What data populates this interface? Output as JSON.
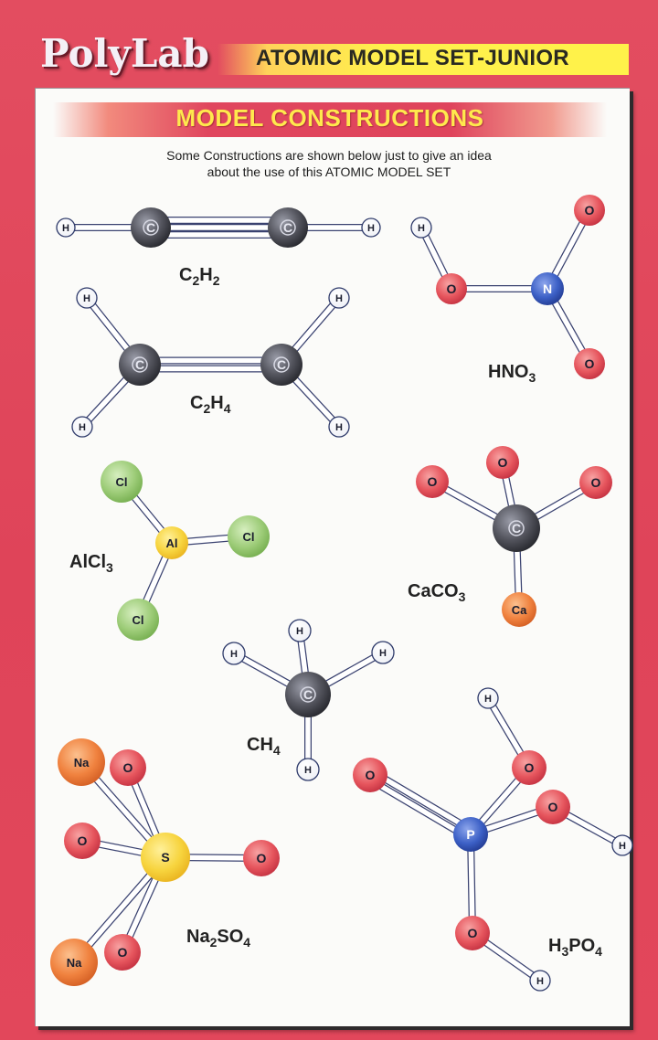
{
  "header": {
    "brand": "PolyLab",
    "product_title": "ATOMIC MODEL SET-JUNIOR"
  },
  "section": {
    "title": "MODEL CONSTRUCTIONS",
    "intro_line1": "Some Constructions are shown below just to give an idea",
    "intro_line2": "about the use of this ATOMIC MODEL SET"
  },
  "colors": {
    "background_red": "#e14a5e",
    "title_yellow": "#ffe94d",
    "carbon": "#4a4b55",
    "hydrogen": "#ffffff",
    "oxygen": "#e8525a",
    "nitrogen": "#3b5fc4",
    "phosphorus": "#3b5fc4",
    "chlorine": "#8fc86a",
    "aluminium": "#f6cf3a",
    "sulfur": "#f6d33a",
    "calcium": "#ef7a3a",
    "sodium": "#ef7a3a"
  },
  "molecules": [
    {
      "id": "c2h2",
      "formula": [
        {
          "t": "C"
        },
        {
          "s": "2"
        },
        {
          "t": "H"
        },
        {
          "s": "2"
        }
      ],
      "atoms": [
        "H",
        "C",
        "C",
        "H"
      ]
    },
    {
      "id": "hno3",
      "formula": [
        {
          "t": "HNO"
        },
        {
          "s": "3"
        }
      ],
      "atoms": [
        "H",
        "O",
        "N",
        "O",
        "O"
      ]
    },
    {
      "id": "c2h4",
      "formula": [
        {
          "t": "C"
        },
        {
          "s": "2"
        },
        {
          "t": "H"
        },
        {
          "s": "4"
        }
      ],
      "atoms": [
        "H",
        "H",
        "C",
        "C",
        "H",
        "H"
      ]
    },
    {
      "id": "alcl3",
      "formula": [
        {
          "t": "AlCl"
        },
        {
          "s": "3"
        }
      ],
      "atoms": [
        "Cl",
        "Al",
        "Cl",
        "Cl"
      ]
    },
    {
      "id": "caco3",
      "formula": [
        {
          "t": "CaCO"
        },
        {
          "s": "3"
        }
      ],
      "atoms": [
        "O",
        "O",
        "O",
        "C",
        "Ca"
      ]
    },
    {
      "id": "ch4",
      "formula": [
        {
          "t": "CH"
        },
        {
          "s": "4"
        }
      ],
      "atoms": [
        "H",
        "H",
        "H",
        "C",
        "H"
      ]
    },
    {
      "id": "na2so4",
      "formula": [
        {
          "t": "Na"
        },
        {
          "s": "2"
        },
        {
          "t": "SO"
        },
        {
          "s": "4"
        }
      ],
      "atoms": [
        "Na",
        "O",
        "O",
        "S",
        "O",
        "Na",
        "O"
      ]
    },
    {
      "id": "h3po4",
      "formula": [
        {
          "t": "H"
        },
        {
          "s": "3"
        },
        {
          "t": "PO"
        },
        {
          "s": "4"
        }
      ],
      "atoms": [
        "H",
        "O",
        "O",
        "O",
        "P",
        "H",
        "O",
        "H"
      ]
    }
  ]
}
